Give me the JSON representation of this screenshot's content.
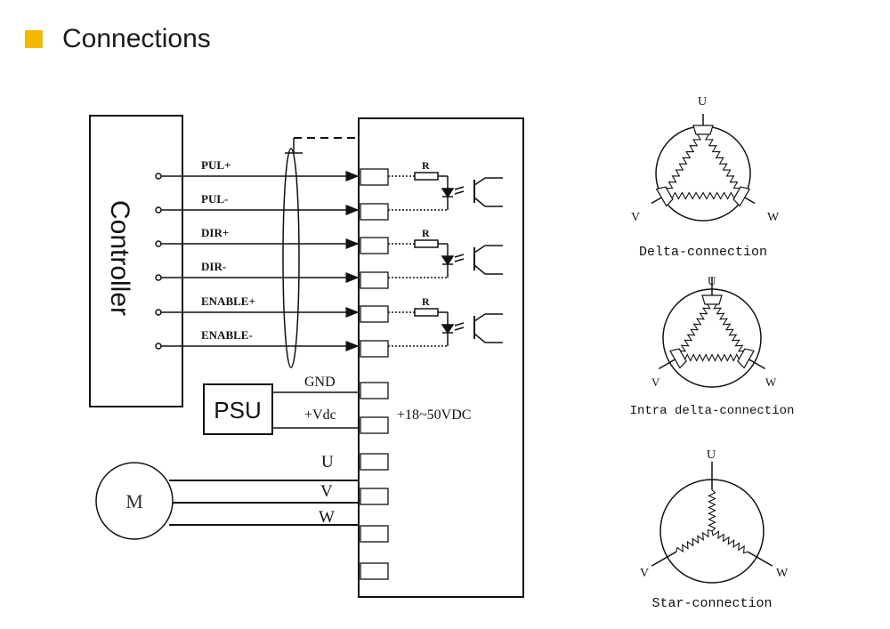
{
  "header": {
    "title": "Connections",
    "accent_color": "#F5B800"
  },
  "controller": {
    "label": "Controller",
    "signals": [
      "PUL+",
      "PUL-",
      "DIR+",
      "DIR-",
      "ENABLE+",
      "ENABLE-"
    ],
    "resistor_label": "R"
  },
  "psu": {
    "label": "PSU",
    "terminals": [
      "GND",
      "+Vdc"
    ],
    "voltage": "+18~50VDC"
  },
  "motor": {
    "label": "M",
    "phases": [
      "U",
      "V",
      "W"
    ]
  },
  "windings": [
    {
      "name": "Delta-connection",
      "u": "U",
      "v": "V",
      "w": "W"
    },
    {
      "name": "Intra delta-connection",
      "u": "U",
      "v": "V",
      "w": "W"
    },
    {
      "name": "Star-connection",
      "u": "U",
      "v": "V",
      "w": "W"
    }
  ]
}
